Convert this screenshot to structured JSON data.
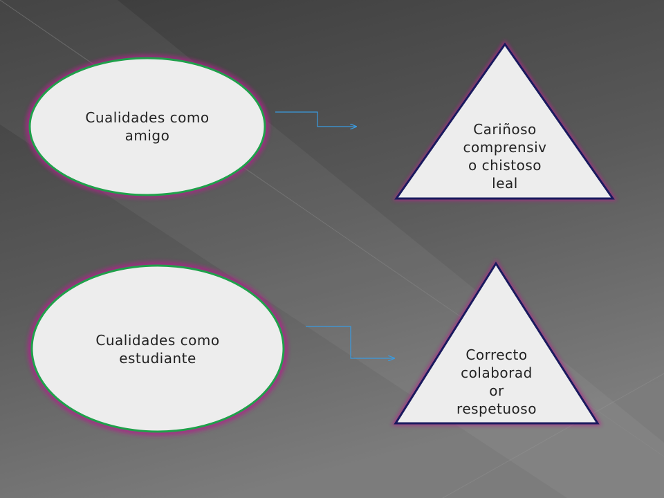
{
  "colors": {
    "background_dark": "#3e3e3e",
    "background_light": "#7a7a7a",
    "shape_fill": "#ededed",
    "ellipse_stroke": "#1fa04a",
    "triangle_stroke": "#1a1a5e",
    "glow": "#b0208a",
    "connector": "#3a9be0"
  },
  "diagram": {
    "rows": [
      {
        "ellipse_lines": [
          "Cualidades como",
          "amigo"
        ],
        "triangle_lines": [
          "Cariñoso",
          "comprensiv",
          "o chistoso",
          "leal"
        ]
      },
      {
        "ellipse_lines": [
          "Cualidades como",
          "estudiante"
        ],
        "triangle_lines": [
          "Correcto",
          "colaborad",
          "or",
          "respetuoso"
        ]
      }
    ]
  }
}
